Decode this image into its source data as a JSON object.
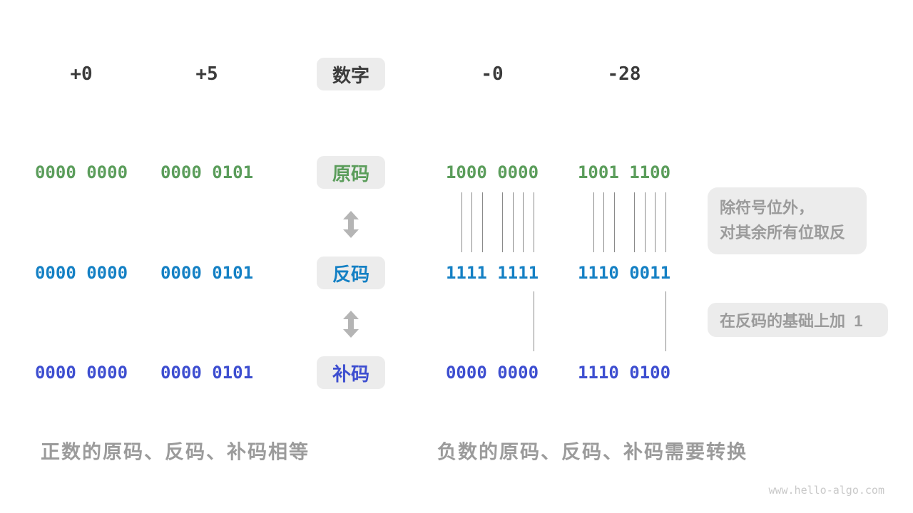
{
  "header": {
    "col1": "+0",
    "col2": "+5",
    "label": "数字",
    "col3": "-0",
    "col4": "-28"
  },
  "rows": [
    {
      "id": "sign-magnitude",
      "label": "原码",
      "color": "#5B9D5B",
      "values": [
        "0000 0000",
        "0000 0101",
        "1000 0000",
        "1001 1100"
      ]
    },
    {
      "id": "ones-complement",
      "label": "反码",
      "color": "#1480C4",
      "values": [
        "0000 0000",
        "0000 0101",
        "1111 1111",
        "1110 0011"
      ]
    },
    {
      "id": "twos-complement",
      "label": "补码",
      "color": "#3D4ED0",
      "values": [
        "0000 0000",
        "0000 0101",
        "0000 0000",
        "1110 0100"
      ]
    }
  ],
  "annotations": {
    "invert_line1": "除符号位外，",
    "invert_line2": "对其余所有位取反",
    "add_one": "在反码的基础上加  1"
  },
  "captions": {
    "positive": "正数的原码、反码、补码相等",
    "negative": "负数的原码、反码、补码需要转换"
  },
  "watermark": "www.hello-algo.com",
  "icons": {
    "arrow1": "updown-arrow-icon",
    "arrow2": "updown-arrow-icon"
  },
  "colors": {
    "sign_magnitude_green": "#5B9D5B",
    "ones_complement_blue": "#1480C4",
    "twos_complement_indigo": "#3D4ED0",
    "dark_text": "#3B3B3B",
    "annotation_gray": "#9B9B9B",
    "box_background": "#ECECEC",
    "connector_line": "#8A8A8A",
    "arrow_gray": "#B5B5B5"
  }
}
